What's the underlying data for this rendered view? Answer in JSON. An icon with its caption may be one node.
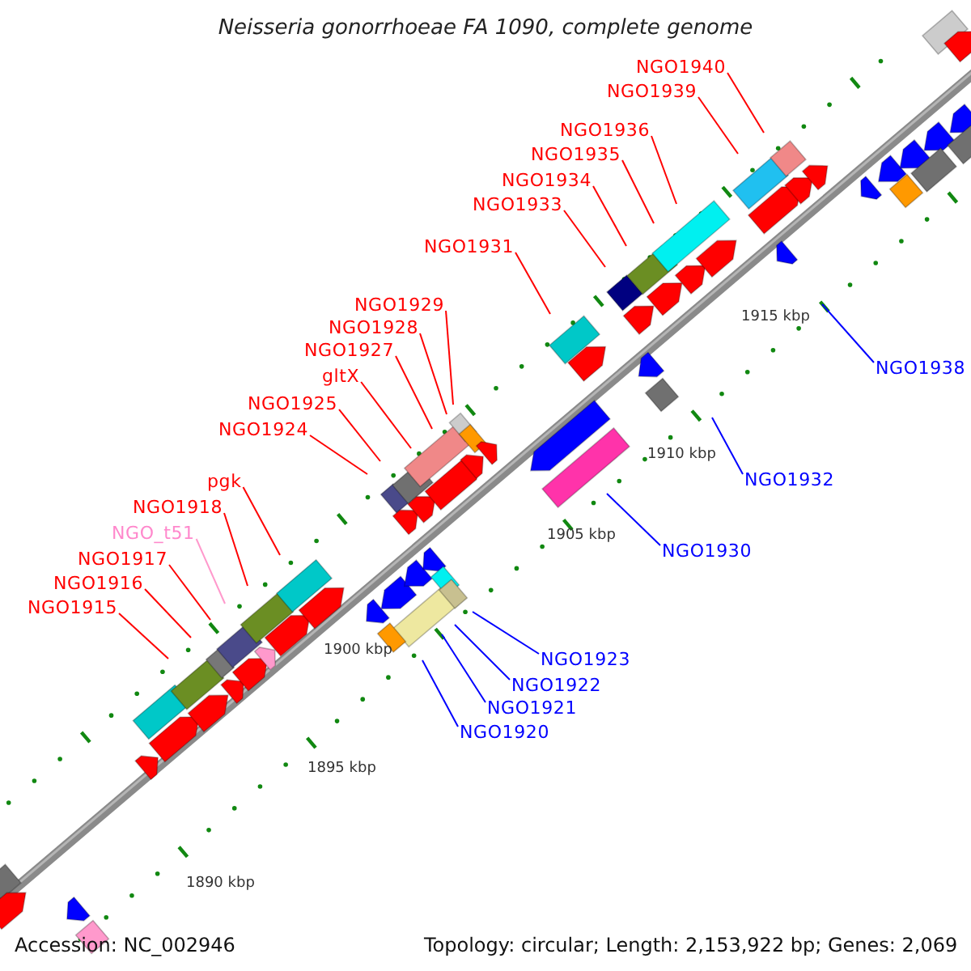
{
  "diagram": {
    "title": "Neisseria gonorrhoeae FA 1090, complete genome",
    "nodes": [
      {
        "text": [
          "NGO1940"
        ]
      },
      {
        "text": [
          "NGO1939"
        ]
      },
      {
        "text": [
          "NGO1936"
        ]
      },
      {
        "text": [
          "NGO1935"
        ]
      },
      {
        "text": [
          "NGO1934"
        ]
      },
      {
        "text": [
          "NGO1933"
        ]
      },
      {
        "text": [
          "NGO1931"
        ]
      },
      {
        "text": [
          "NGO1929"
        ]
      },
      {
        "text": [
          "NGO1928"
        ]
      },
      {
        "text": [
          "NGO1927"
        ]
      },
      {
        "text": [
          "gltX"
        ]
      },
      {
        "text": [
          "NGO1925"
        ]
      },
      {
        "text": [
          "NGO1924"
        ]
      },
      {
        "text": [
          "pgk"
        ]
      },
      {
        "text": [
          "NGO1918"
        ]
      },
      {
        "text": [
          "NGO_t51"
        ]
      },
      {
        "text": [
          "NGO1917"
        ]
      },
      {
        "text": [
          "NGO1916"
        ]
      },
      {
        "text": [
          "NGO1915"
        ]
      },
      {
        "text": [
          "NGO1938"
        ]
      },
      {
        "text": [
          "NGO1932"
        ]
      },
      {
        "text": [
          "NGO1930"
        ]
      },
      {
        "text": [
          "NGO1923"
        ]
      },
      {
        "text": [
          "NGO1922"
        ]
      },
      {
        "text": [
          "NGO1921"
        ]
      },
      {
        "text": [
          "NGO1920"
        ]
      }
    ],
    "edges": [
      {
        "from": 0,
        "to": null,
        "arrow": "none"
      },
      {
        "from": 1,
        "to": null,
        "arrow": "none"
      },
      {
        "from": 2,
        "to": null,
        "arrow": "none"
      },
      {
        "from": 3,
        "to": null,
        "arrow": "none"
      },
      {
        "from": 4,
        "to": null,
        "arrow": "none"
      },
      {
        "from": 5,
        "to": null,
        "arrow": "none"
      },
      {
        "from": 6,
        "to": null,
        "arrow": "none"
      },
      {
        "from": 7,
        "to": null,
        "arrow": "none"
      },
      {
        "from": 8,
        "to": null,
        "arrow": "none"
      },
      {
        "from": 9,
        "to": null,
        "arrow": "none"
      },
      {
        "from": 10,
        "to": null,
        "arrow": "none"
      },
      {
        "from": 11,
        "to": null,
        "arrow": "none"
      },
      {
        "from": 12,
        "to": null,
        "arrow": "none"
      },
      {
        "from": 13,
        "to": null,
        "arrow": "none"
      },
      {
        "from": 14,
        "to": null,
        "arrow": "none"
      },
      {
        "from": 15,
        "to": null,
        "arrow": "none",
        "color": "#ff99cc"
      },
      {
        "from": 16,
        "to": null,
        "arrow": "none"
      },
      {
        "from": 17,
        "to": null,
        "arrow": "none"
      },
      {
        "from": 18,
        "to": null,
        "arrow": "none"
      },
      {
        "from": 19,
        "to": null,
        "arrow": "none",
        "color": "#0000ff"
      },
      {
        "from": 20,
        "to": null,
        "arrow": "none",
        "color": "#0000ff"
      },
      {
        "from": 21,
        "to": null,
        "arrow": "none",
        "color": "#0000ff"
      },
      {
        "from": 22,
        "to": null,
        "arrow": "none",
        "color": "#0000ff"
      },
      {
        "from": 23,
        "to": null,
        "arrow": "none",
        "color": "#0000ff"
      },
      {
        "from": 24,
        "to": null,
        "arrow": "none",
        "color": "#0000ff"
      },
      {
        "from": 25,
        "to": null,
        "arrow": "none",
        "color": "#0000ff"
      }
    ],
    "labels": [
      "1915 kbp",
      "1910 kbp",
      "1905 kbp",
      "1900 kbp",
      "1895 kbp",
      "1890 kbp",
      "Accession: NC_002946",
      "Topology: circular; Length: 2,153,922 bp; Genes: 2,069"
    ]
  }
}
